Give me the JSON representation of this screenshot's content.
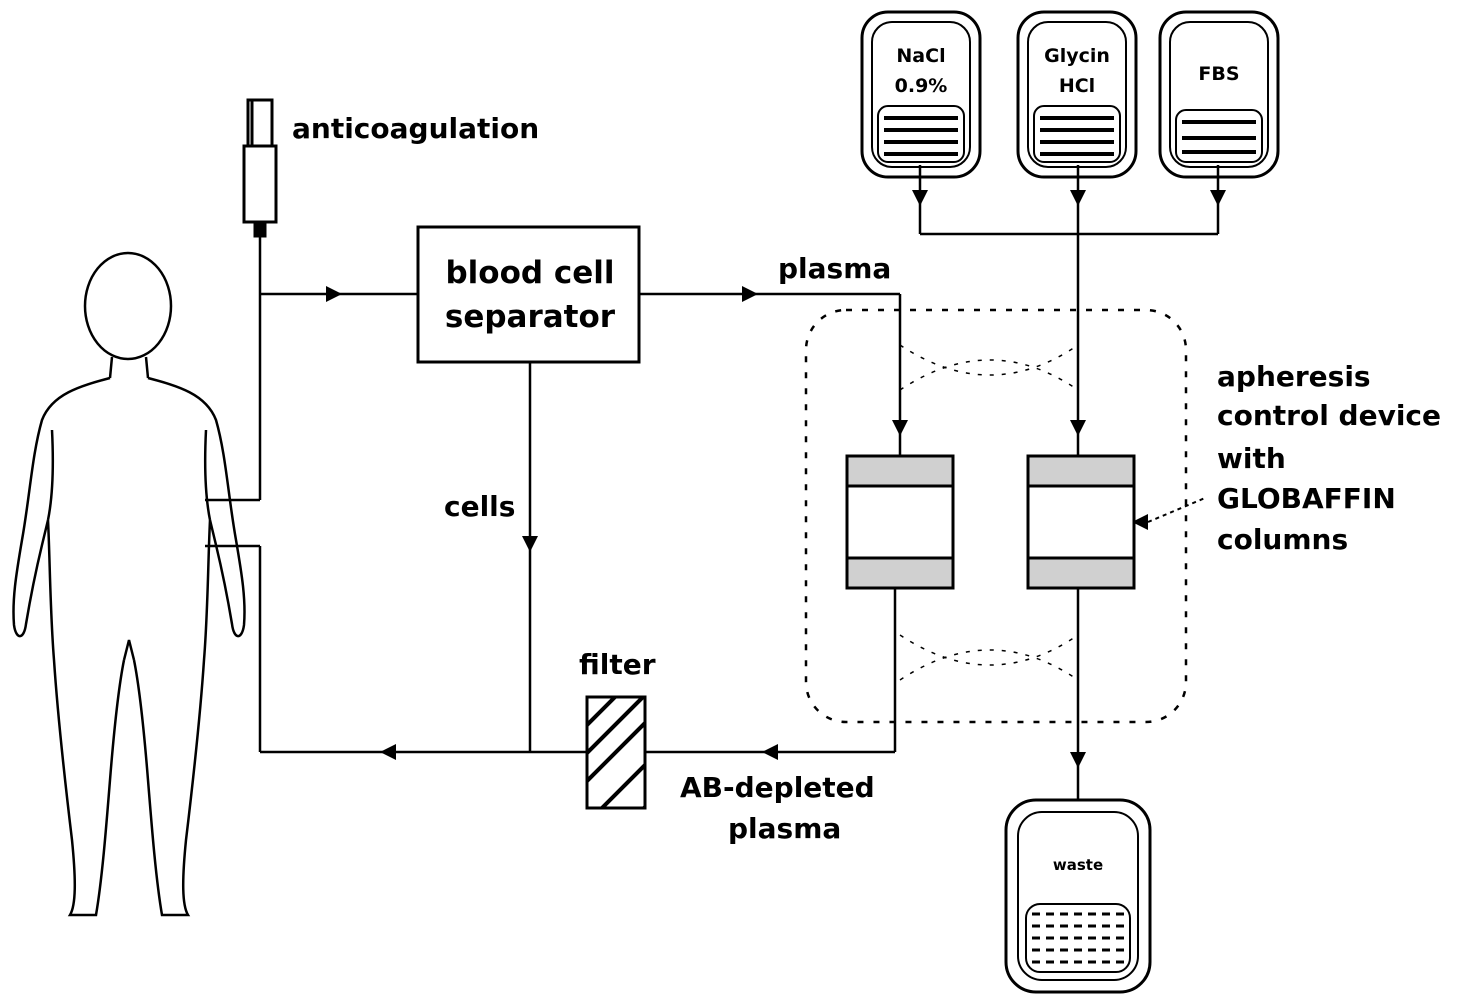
{
  "labels": {
    "anticoagulation": "anticoagulation",
    "separator_line1": "blood cell",
    "separator_line2": "separator",
    "plasma_top": "plasma",
    "cells": "cells",
    "filter": "filter",
    "depleted_line1": "AB-depleted",
    "depleted_line2": "plasma",
    "device_line1": "apheresis",
    "device_line2": "control device",
    "device_line3": "with",
    "device_line4": "GLOBAFFIN",
    "device_line5": "columns"
  },
  "bags": [
    {
      "line1": "NaCl",
      "line2": "0.9%"
    },
    {
      "line1": "Glycin",
      "line2": "HCl"
    },
    {
      "line1": "FBS",
      "line2": ""
    }
  ],
  "waste_bag": {
    "label": "waste"
  },
  "colors": {
    "line": "#000000",
    "column_cap": "#d0d0d0",
    "background": "#ffffff"
  }
}
